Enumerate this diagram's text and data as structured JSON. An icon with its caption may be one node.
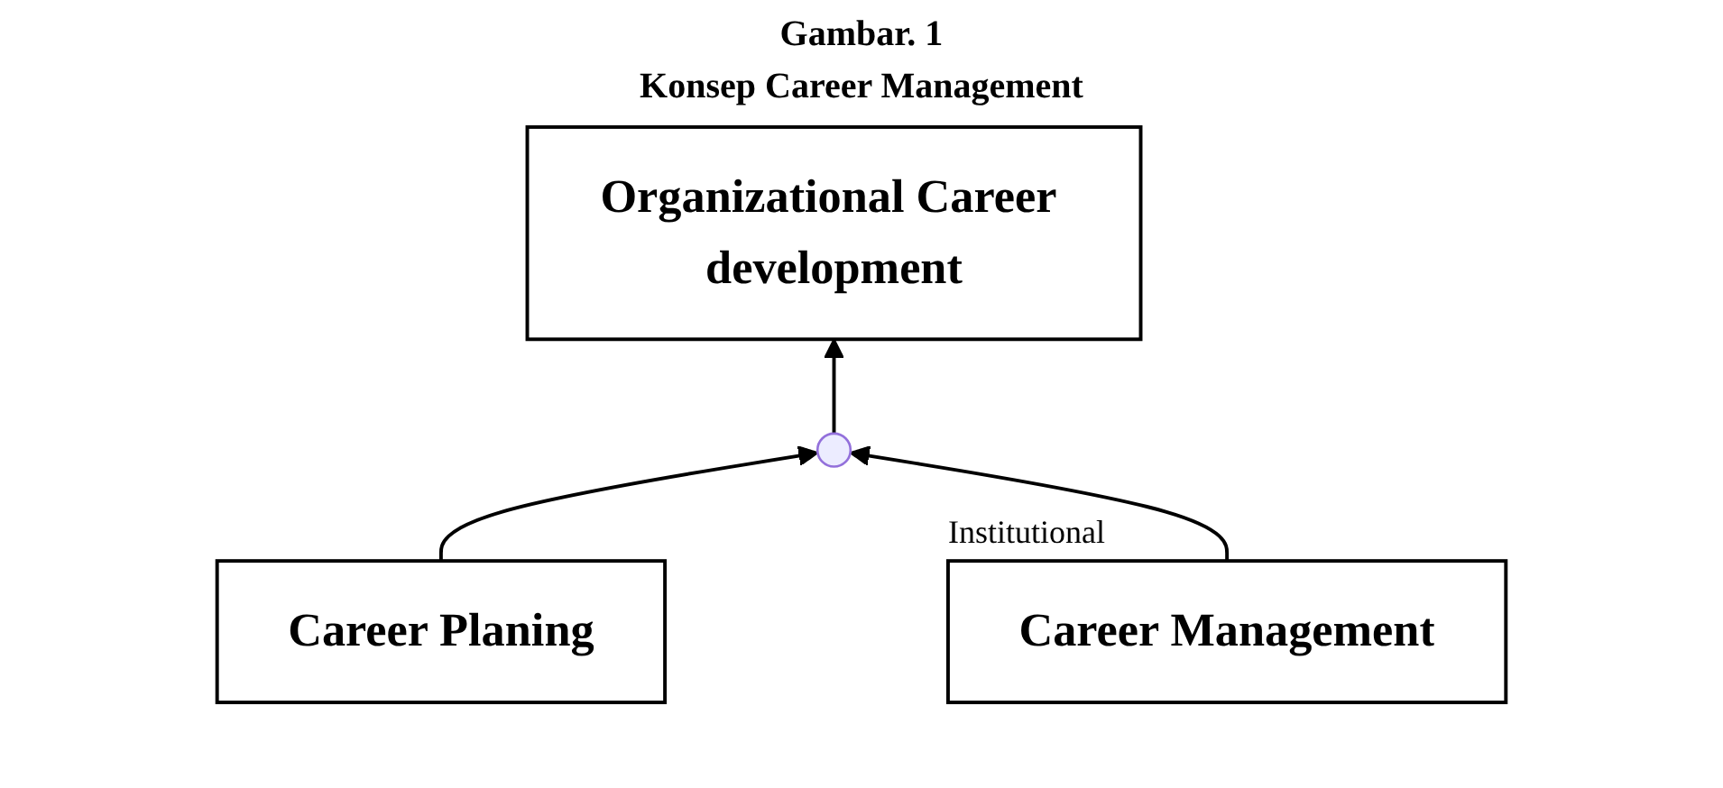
{
  "diagram": {
    "title": "Gambar. 1",
    "nodes": [
      {
        "text": [
          "Organizational Career development"
        ]
      },
      {
        "text": [
          "Career Planing"
        ]
      },
      {
        "text": [
          "Career Management"
        ],
        "beside": [
          "Institutional"
        ]
      },
      {
        "text": [],
        "shape": "point"
      }
    ],
    "edges": [
      {
        "from": 3,
        "to": 0,
        "arrow": "to"
      },
      {
        "from": 1,
        "to": 3,
        "arrow": "to"
      },
      {
        "from": 2,
        "to": 3,
        "arrow": "to"
      }
    ],
    "labels": [
      "Konsep Career Management"
    ]
  }
}
